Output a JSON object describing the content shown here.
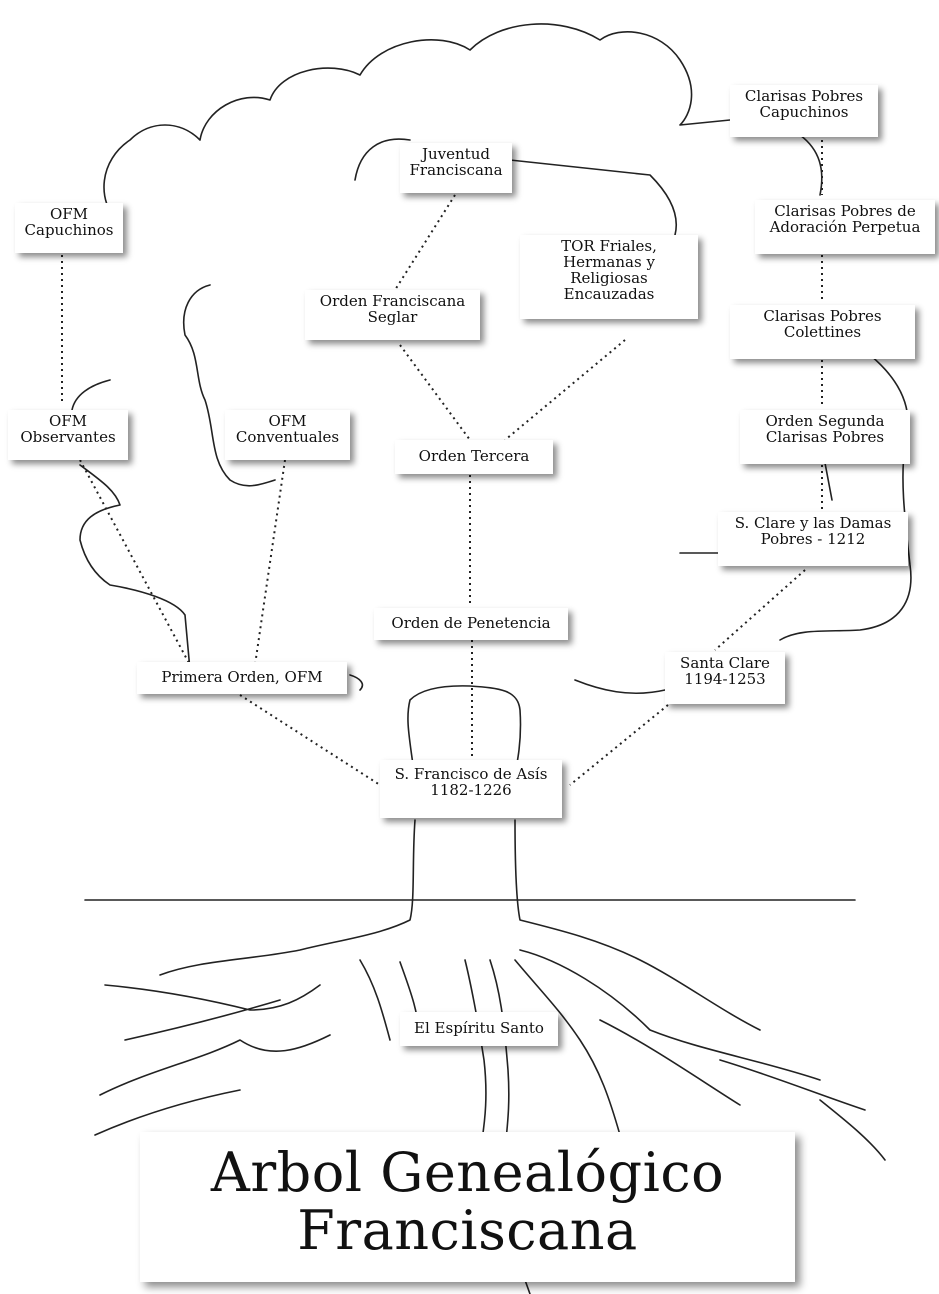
{
  "title": {
    "line1": "Arbol Genealógico",
    "line2": "Franciscana"
  },
  "nodes": {
    "ofm_capuchinos": "OFM\nCapuchinos",
    "ofm_observantes": "OFM\nObservantes",
    "ofm_conventuales": "OFM\nConventuales",
    "primera_orden": "Primera Orden, OFM",
    "juventud": "Juventud\nFranciscana",
    "tor": "TOR Friales,\nHermanas y\nReligiosas\nEncauzadas",
    "ofs": "Orden Franciscana\nSeglar",
    "orden_tercera": "Orden Tercera",
    "orden_penetencia": "Orden de Penetencia",
    "francisco": "S. Francisco de Asís\n1182-1226",
    "clarisas_capuchinos": "Clarisas Pobres\nCapuchinos",
    "clarisas_adoracion": "Clarisas Pobres de\nAdoración Perpetua",
    "clarisas_colettines": "Clarisas Pobres\nColettines",
    "orden_segunda": "Orden Segunda\nClarisas Pobres",
    "clare_damas": "S. Clare y las  Damas\nPobres - 1212",
    "santa_clare": "Santa Clare\n1194-1253",
    "espiritu_santo": "El Espíritu Santo"
  }
}
